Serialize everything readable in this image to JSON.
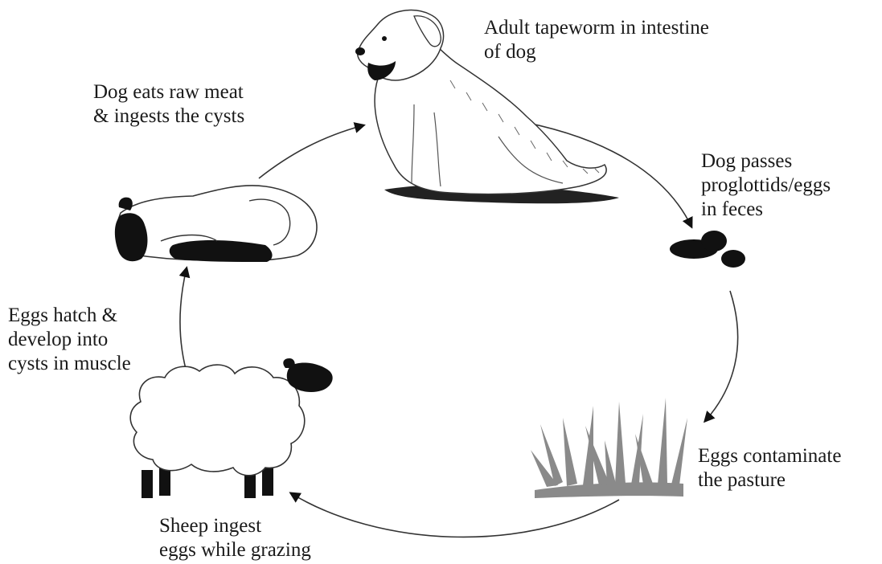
{
  "diagram": {
    "stages": [
      {
        "id": "dog",
        "icon": "dog-icon",
        "label": [
          "Adult tapeworm in intestine",
          "of dog"
        ]
      },
      {
        "id": "feces",
        "icon": "feces-icon",
        "label": [
          "Dog passes",
          "proglottids/eggs",
          "in feces"
        ]
      },
      {
        "id": "pasture",
        "icon": "grass-icon",
        "label": [
          "Eggs contaminate",
          "the pasture"
        ]
      },
      {
        "id": "sheep",
        "icon": "sheep-icon",
        "label": [
          "Sheep ingest",
          "eggs while grazing"
        ]
      },
      {
        "id": "cysts",
        "icon": "sheep-carcass-icon",
        "label": [
          "Eggs hatch &",
          "develop into",
          "cysts in muscle"
        ]
      },
      {
        "id": "eat",
        "icon": "",
        "label": [
          "Dog eats raw meat",
          "& ingests the cysts"
        ]
      }
    ]
  }
}
